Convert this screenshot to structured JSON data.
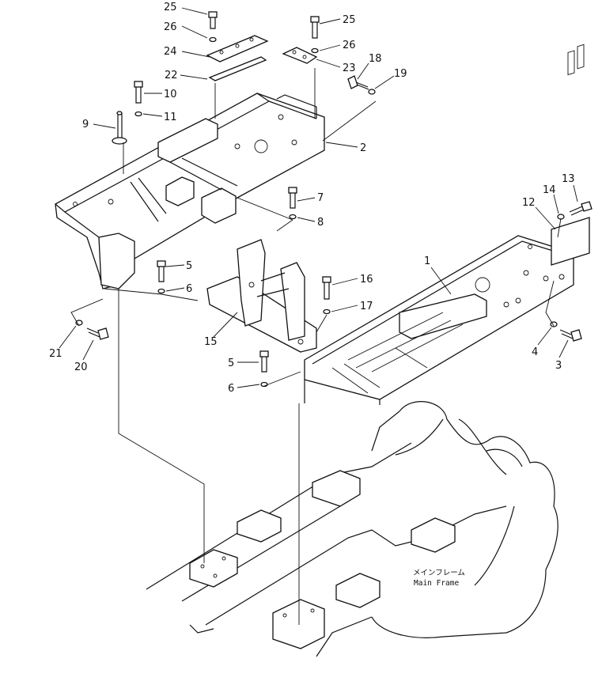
{
  "callouts": {
    "n1": "1",
    "n2": "2",
    "n3": "3",
    "n4": "4",
    "n5a": "5",
    "n5b": "5",
    "n6a": "6",
    "n6b": "6",
    "n7": "7",
    "n8": "8",
    "n9": "9",
    "n10": "10",
    "n11": "11",
    "n12": "12",
    "n13": "13",
    "n14": "14",
    "n15": "15",
    "n16": "16",
    "n17": "17",
    "n18": "18",
    "n19": "19",
    "n20": "20",
    "n21": "21",
    "n22": "22",
    "n23": "23",
    "n24": "24",
    "n25a": "25",
    "n25b": "25",
    "n26a": "26",
    "n26b": "26"
  },
  "main_frame_label": {
    "jp": "メインフレーム",
    "en": "Main Frame"
  }
}
